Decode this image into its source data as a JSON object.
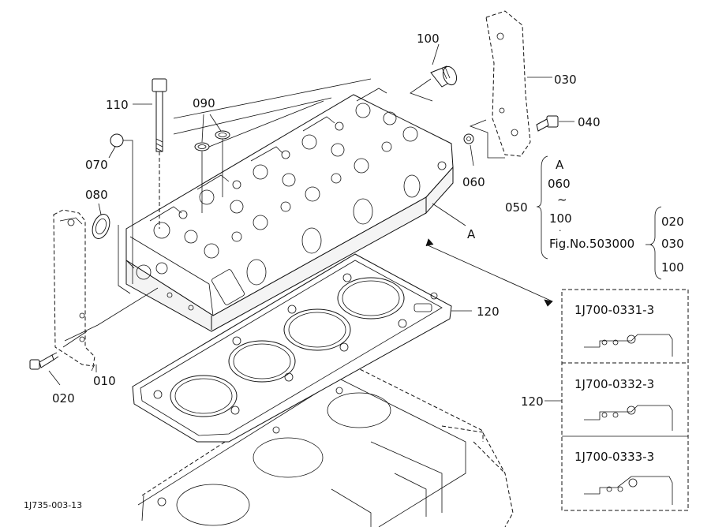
{
  "labels": {
    "p010": "010",
    "p020": "020",
    "p030": "030",
    "p040": "040",
    "p050": "050",
    "p060": "060",
    "p070": "070",
    "p080": "080",
    "p090": "090",
    "p100": "100",
    "p110": "110",
    "p120": "120",
    "p120b": "120",
    "refA": "A"
  },
  "assembly_note": {
    "from": "A",
    "start": "060",
    "tilde": "~",
    "end": "100",
    "figure": "Fig.No.503000",
    "items": [
      "020",
      "030",
      "100"
    ]
  },
  "variants": [
    {
      "part_no": "1J700-0331-3"
    },
    {
      "part_no": "1J700-0332-3"
    },
    {
      "part_no": "1J700-0333-3"
    }
  ],
  "drawing_id": "1J735-003-13"
}
